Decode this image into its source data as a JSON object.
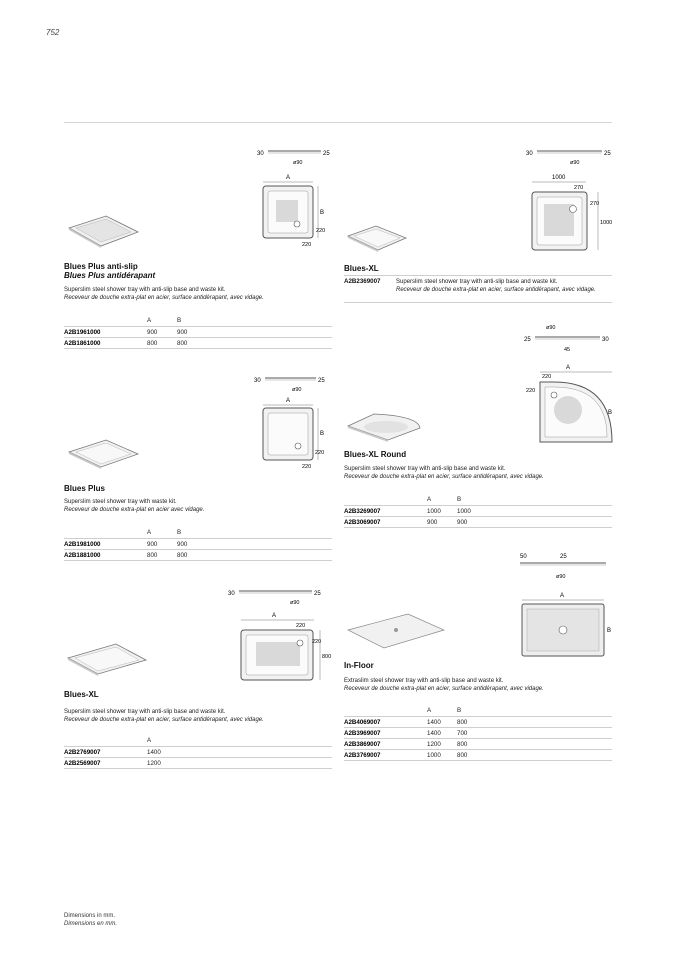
{
  "page_number": "752",
  "products": {
    "p1": {
      "title": "Blues Plus anti-slip",
      "subtitle": "Blues Plus antidérapant",
      "desc_en": "Superslim steel shower tray with anti-slip base and waste kit.",
      "desc_fr": "Receveur de douche extra-plat en acier, surface antidérapant, avec vidage.",
      "headers": [
        "A",
        "B"
      ],
      "rows": [
        {
          "code": "A2B1961000",
          "a": "900",
          "b": "900"
        },
        {
          "code": "A2B1861000",
          "a": "800",
          "b": "800"
        }
      ],
      "dims": {
        "side": "30",
        "depth": "25",
        "waste": "ø90",
        "a": "A",
        "b": "B",
        "d1": "220",
        "d2": "220"
      }
    },
    "p2": {
      "title": "Blues Plus",
      "desc_en": "Superslim steel shower tray with waste kit.",
      "desc_fr": "Receveur de douche extra-plat en acier avec vidage.",
      "headers": [
        "A",
        "B"
      ],
      "rows": [
        {
          "code": "A2B1981000",
          "a": "900",
          "b": "900"
        },
        {
          "code": "A2B1881000",
          "a": "800",
          "b": "800"
        }
      ],
      "dims": {
        "side": "30",
        "depth": "25",
        "waste": "ø90",
        "a": "A",
        "b": "B",
        "d1": "220",
        "d2": "220"
      }
    },
    "p3": {
      "title": "Blues-XL",
      "desc_en": "Superslim steel shower tray with anti-slip base and waste kit.",
      "desc_fr": "Receveur de douche extra-plat en acier, surface antidérapant, avec vidage.",
      "headers": [
        "A"
      ],
      "rows": [
        {
          "code": "A2B2769007",
          "a": "1400"
        },
        {
          "code": "A2B2569007",
          "a": "1200"
        }
      ],
      "dims": {
        "side": "30",
        "depth": "25",
        "waste": "ø90",
        "a": "A",
        "d1": "220",
        "d2": "220",
        "h": "800"
      }
    },
    "p4": {
      "title": "Blues-XL",
      "code": "A2B2369007",
      "desc_en": "Superslim steel shower tray with anti-slip base and waste kit.",
      "desc_fr": "Receveur de douche extra-plat en acier, surface antidérapant, avec vidage.",
      "dims": {
        "side": "30",
        "depth": "25",
        "waste": "ø90",
        "w": "1000",
        "d1": "270",
        "d2": "270",
        "h": "1000"
      }
    },
    "p5": {
      "title": "Blues-XL Round",
      "desc_en": "Superslim steel shower tray with anti-slip base and waste kit.",
      "desc_fr": "Receveur de douche extra-plat en acier, surface antidérapant, avec vidage.",
      "headers": [
        "A",
        "B"
      ],
      "rows": [
        {
          "code": "A2B3269007",
          "a": "1000",
          "b": "1000"
        },
        {
          "code": "A2B3069007",
          "a": "900",
          "b": "900"
        }
      ],
      "dims": {
        "side": "25",
        "depth": "30",
        "waste": "ø90",
        "angle": "45",
        "a": "A",
        "b": "B",
        "d1": "220",
        "d2": "220"
      }
    },
    "p6": {
      "title": "In-Floor",
      "desc_en": "Extraslim steel shower tray with anti-slip base and waste kit.",
      "desc_fr": "Receveur de douche extra-plat en acier, surface antidérapant, avec vidage.",
      "headers": [
        "A",
        "B"
      ],
      "rows": [
        {
          "code": "A2B4069007",
          "a": "1400",
          "b": "800"
        },
        {
          "code": "A2B3969007",
          "a": "1400",
          "b": "700"
        },
        {
          "code": "A2B3869007",
          "a": "1200",
          "b": "800"
        },
        {
          "code": "A2B3769007",
          "a": "1000",
          "b": "800"
        }
      ],
      "dims": {
        "side": "50",
        "depth": "25",
        "waste": "ø90",
        "a": "A",
        "b": "B"
      }
    }
  },
  "footer": {
    "en": "Dimensions in mm.",
    "fr": "Dimensions en mm."
  },
  "colors": {
    "tray_fill": "#f7f7f7",
    "tray_stroke": "#666666",
    "rule": "#cfcfcf"
  }
}
